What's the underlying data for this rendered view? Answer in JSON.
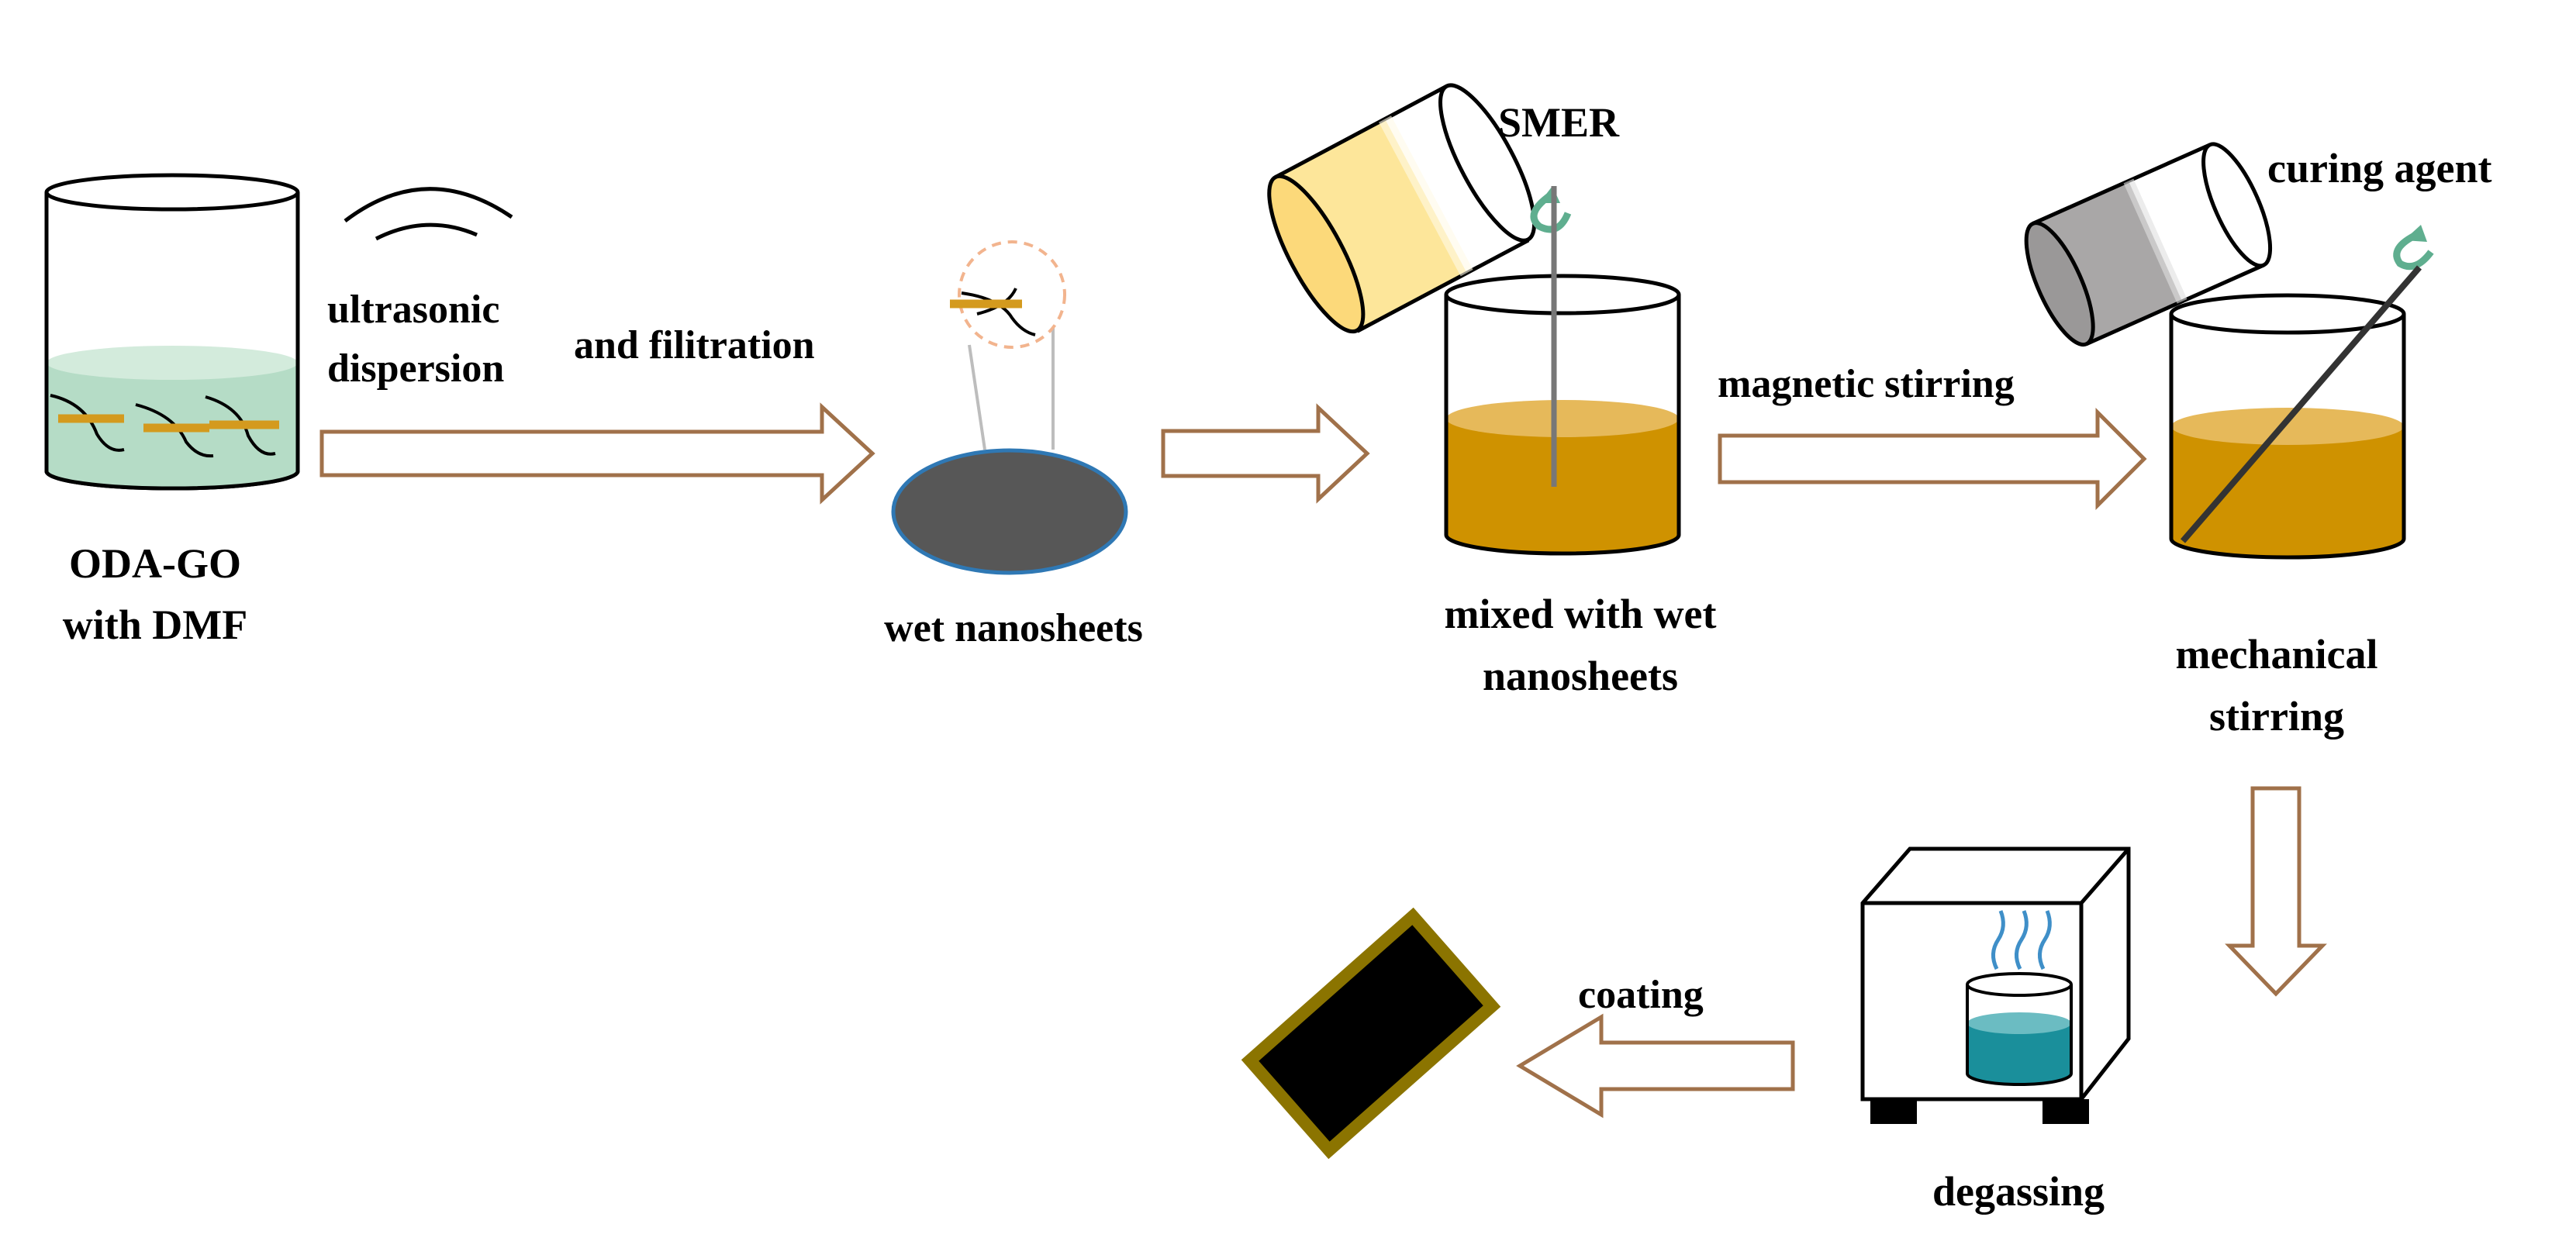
{
  "labels": {
    "ultrasonic": "ultrasonic",
    "dispersion": "dispersion",
    "and_filitration": "and filitration",
    "oda_go": "ODA-GO",
    "with_dmf": "with DMF",
    "wet_nanosheets": "wet nanosheets",
    "smer": "SMER",
    "mixed_line1": "mixed with wet",
    "mixed_line2": "nanosheets",
    "magnetic_stirring": "magnetic stirring",
    "curing_agent": "curing agent",
    "mechanical": "mechanical",
    "stirring": "stirring",
    "coating": "coating",
    "degassing": "degassing"
  },
  "colors": {
    "arrow_outline": "#a0714a",
    "beaker_outline": "#000000",
    "oda_go_liquid": "#b5dcc6",
    "nanosheet_bar": "#d49a1e",
    "filter_disk": "#575757",
    "filter_disk_edge": "#2f78b4",
    "zoom_circle": "#f2b48e",
    "smer_liquid": "#fde69a",
    "resin_liquid": "#cf9200",
    "resin_liquid_top": "#e6b95a",
    "curing_agent_liquid": "#a9a7a7",
    "rotation_arrow": "#5fae8f",
    "degassing_liquid": "#1a8f9b",
    "vapor": "#3f8fc8",
    "coating_fill": "#000000",
    "coating_border": "#8b7400"
  }
}
